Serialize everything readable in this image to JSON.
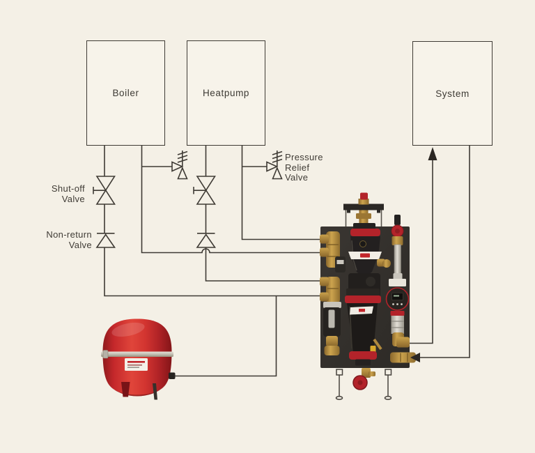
{
  "colors": {
    "background": "#f4f0e6",
    "node_fill": "#f7f3ea",
    "line": "#3e3a34",
    "text": "#3f3b35",
    "vessel_red": "#c5262a",
    "accent_red": "#b3232a",
    "module_panel": "#34302c",
    "brass": "#b0893e",
    "chrome": "#cbc7be"
  },
  "nodes": {
    "boiler": {
      "label": "Boiler"
    },
    "heatpump": {
      "label": "Heatpump"
    },
    "system": {
      "label": "System"
    }
  },
  "annotations": {
    "shut_off": [
      "Shut-off",
      "Valve"
    ],
    "non_return": [
      "Non-return",
      "Valve"
    ],
    "pressure_relief": [
      "Pressure",
      "Relief",
      "Valve"
    ]
  }
}
